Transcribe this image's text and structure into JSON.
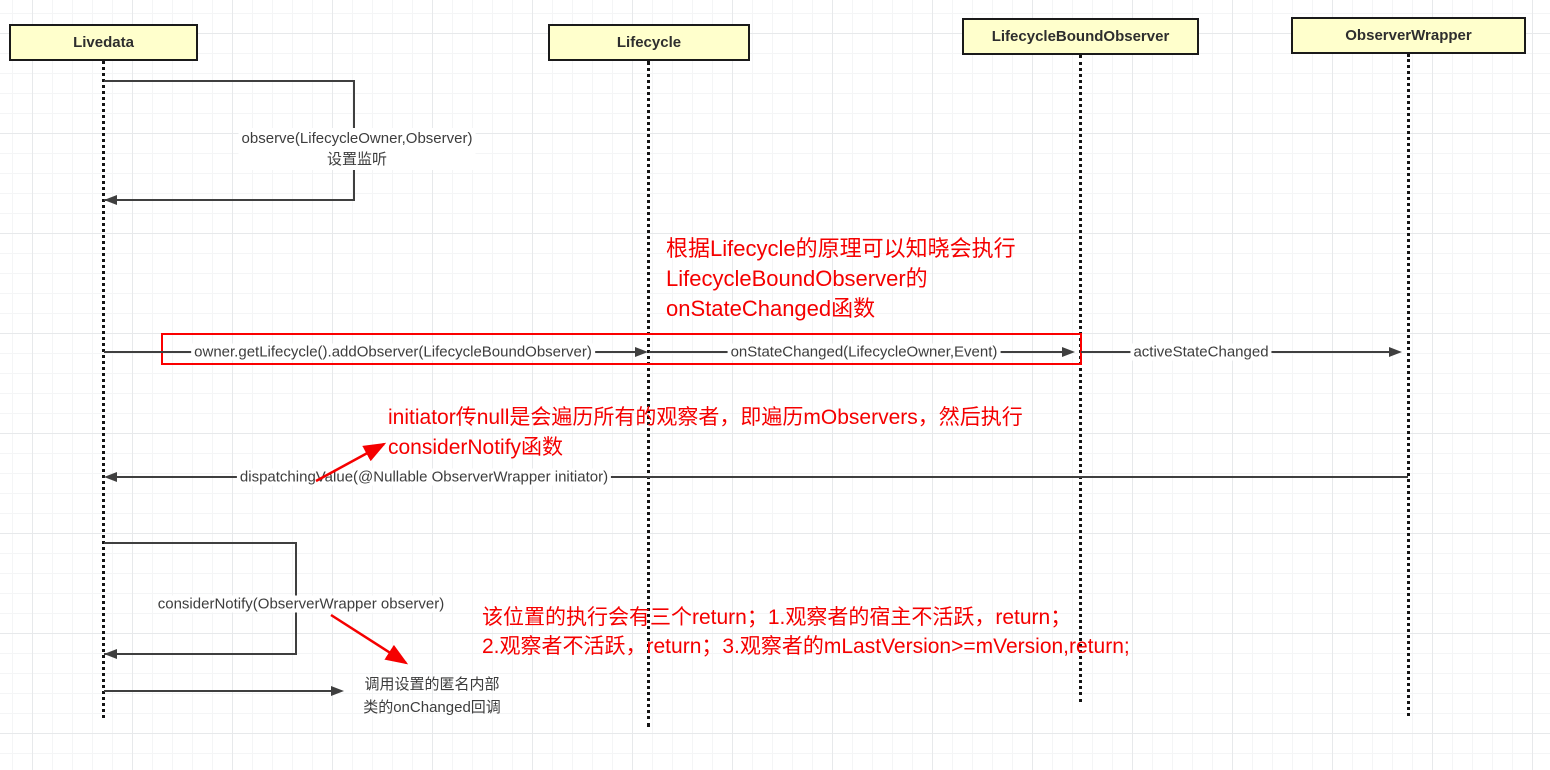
{
  "diagram": {
    "title_hint": "LiveData observe sequence diagram",
    "actors": [
      {
        "label": "Livedata"
      },
      {
        "label": "Lifecycle"
      },
      {
        "label": "LifecycleBoundObserver"
      },
      {
        "label": "ObserverWrapper"
      }
    ],
    "messages": {
      "observe": "observe(LifecycleOwner,Observer)",
      "observe_note": "设置监听",
      "add_observer": "owner.getLifecycle().addObserver(LifecycleBoundObserver)",
      "on_state_changed": "onStateChanged(LifecycleOwner,Event)",
      "active_state_changed": "activeStateChanged",
      "dispatching_value": "dispatchingValue(@Nullable ObserverWrapper initiator)",
      "consider_notify": "considerNotify(ObserverWrapper observer)",
      "on_changed_line1": "调用设置的匿名内部",
      "on_changed_line2": "类的onChanged回调"
    },
    "annotations": {
      "note1_line1": "根据Lifecycle的原理可以知晓会执行",
      "note1_line2": "LifecycleBoundObserver的",
      "note1_line3": "onStateChanged函数",
      "note2_line1": "initiator传null是会遍历所有的观察者，即遍历mObservers，然后执行",
      "note2_line2": "considerNotify函数",
      "note3_line1": "该位置的执行会有三个return；1.观察者的宿主不活跃，return；",
      "note3_line2": "2.观察者不活跃，return；3.观察者的mLastVersion>=mVersion,return;"
    },
    "colors": {
      "actor_fill": "#ffffcc",
      "actor_border": "#1a1a1a",
      "line_color": "#3f3f3f",
      "annotation_red": "#ff0000"
    }
  }
}
